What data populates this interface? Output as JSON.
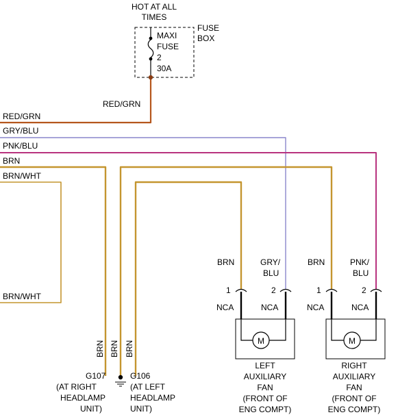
{
  "fuse_box": {
    "hot_label_1": "HOT AT ALL",
    "hot_label_2": "TIMES",
    "fuse_lines": [
      "MAXI",
      "FUSE",
      "2",
      "30A"
    ],
    "box_label_1": "FUSE",
    "box_label_2": "BOX"
  },
  "wires": {
    "red_grn": "RED/GRN",
    "red_grn_vertical": "RED/GRN",
    "gry_blu": "GRY/BLU",
    "pnk_blu": "PNK/BLU",
    "brn": "BRN",
    "brn_wht_top": "BRN/WHT",
    "brn_wht_bottom": "BRN/WHT"
  },
  "wire_colors": {
    "red_grn": "#b5561c",
    "gry_blu": "#8a86cc",
    "pnk_blu": "#b8327e",
    "brn": "#c4952f",
    "ground_brn": "#c4952f"
  },
  "left_fan": {
    "pin1_wire": "BRN",
    "pin2_wire_1": "GRY/",
    "pin2_wire_2": "BLU",
    "pin1": "1",
    "pin2": "2",
    "nca1": "NCA",
    "nca2": "NCA",
    "motor": "M",
    "label": [
      "LEFT",
      "AUXILIARY",
      "FAN",
      "(FRONT OF",
      "ENG COMPT)"
    ]
  },
  "right_fan": {
    "pin1_wire": "BRN",
    "pin2_wire_1": "PNK/",
    "pin2_wire_2": "BLU",
    "pin1": "1",
    "pin2": "2",
    "nca1": "NCA",
    "nca2": "NCA",
    "motor": "M",
    "label": [
      "RIGHT",
      "AUXILIARY",
      "FAN",
      "(FRONT OF",
      "ENG COMPT)"
    ]
  },
  "grounds": {
    "vertical_labels": [
      "BRN",
      "BRN",
      "BRN"
    ],
    "g107": [
      "G107",
      "(AT RIGHT",
      "HEADLAMP",
      "UNIT)"
    ],
    "g106": [
      "G106",
      "(AT LEFT",
      "HEADLAMP",
      "UNIT)"
    ]
  }
}
